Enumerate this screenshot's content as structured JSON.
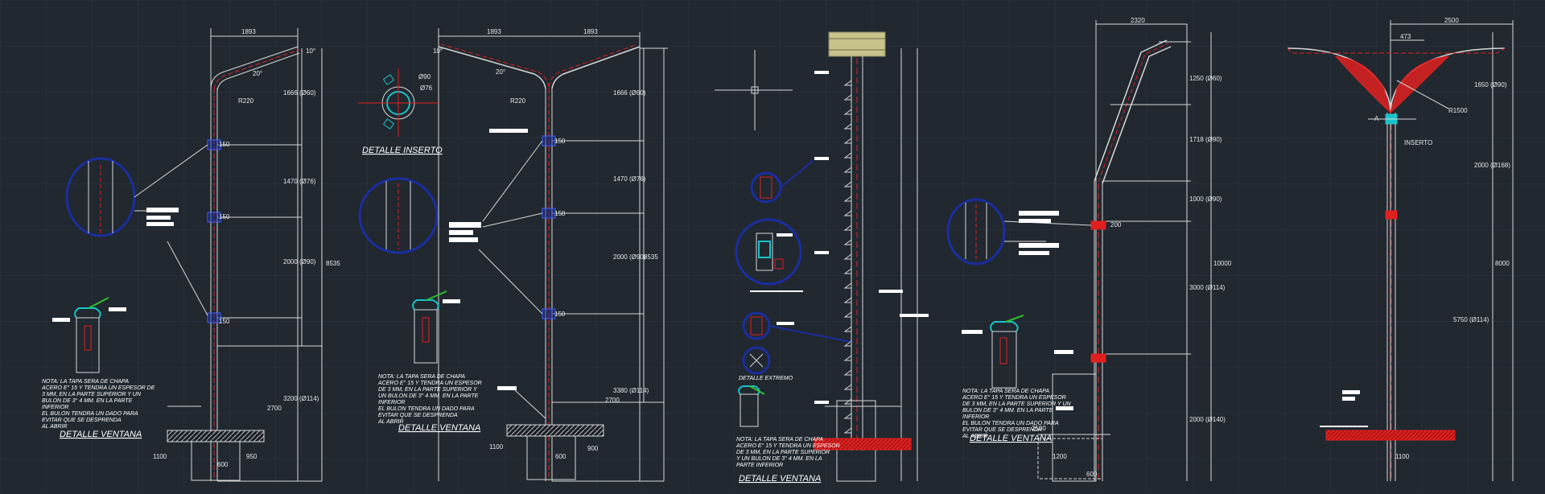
{
  "colors": {
    "background": "#212830",
    "grid": "#2c343e",
    "line": "#e8e8e8",
    "pole": "#d8d8d8",
    "red": "#e02020",
    "blue": "#1a2ea0",
    "cyan": "#19c3c8",
    "green": "#2ec02e",
    "yellow": "#c8c38a"
  },
  "sheet1": {
    "top_dim": "1893",
    "angle": "10°",
    "arm_angle": "20°",
    "radius": "R220",
    "dims": [
      "1666 (Ø60)",
      "1470 (Ø76)",
      "2000 (Ø90)",
      "3200 (Ø114)",
      "2700",
      "8535",
      "1100",
      "600",
      "950"
    ],
    "flange_labels": [
      "150",
      "150",
      "150"
    ],
    "note": [
      "NOTA: LA TAPA SERA DE CHAPA",
      "ACERO E° 15 Y TENDRA UN ESPESOR DE",
      "3 MM, EN LA PARTE SUPERIOR Y UN",
      "BULON DE 3° 4 MM. EN LA PARTE",
      "INFERIOR",
      "EL BULON TENDRA UN DADO PARA",
      "EVITAR QUE SE DESPRENDA",
      "AL ABRIR"
    ],
    "title": "DETALLE VENTANA"
  },
  "sheet2": {
    "top_dim_left": "1893",
    "top_dim_right": "1893",
    "angle": "10°",
    "arm_angle": "20°",
    "radius": "R220",
    "insert_labels": [
      "Ø90",
      "Ø76"
    ],
    "insert_title": "DETALLE INSERTO",
    "dims": [
      "1666 (Ø60)",
      "1470 (Ø76)",
      "2000 (Ø90)",
      "3380 (Ø114)",
      "2700",
      "8535",
      "1100",
      "600",
      "900"
    ],
    "flange_labels": [
      "150",
      "150",
      "150"
    ],
    "note": [
      "NOTA: LA TAPA SERA DE CHAPA",
      "ACERO E° 15 Y TENDRA UN ESPESOR",
      "DE 3 MM, EN LA PARTE SUPERIOR Y",
      "UN BULON DE 3° 4 MM. EN LA PARTE",
      "INFERIOR",
      "EL BULON TENDRA UN DADO PARA",
      "EVITAR QUE SE DESPRENDA",
      "AL ABRIR"
    ],
    "title": "DETALLE VENTANA"
  },
  "sheet3": {
    "caption_a": "DETALLE EXTREMO",
    "note": [
      "NOTA: LA TAPA SERA DE CHAPA",
      "ACERO E° 15 Y TENDRA UN ESPESOR",
      "DE 3 MM, EN LA PARTE SUPERIOR",
      "Y UN BULON DE 3° 4 MM. EN LA",
      "PARTE INFERIOR"
    ],
    "title": "DETALLE VENTANA"
  },
  "sheet4": {
    "top_dim": "2320",
    "dims": [
      "1250 (Ø60)",
      "1718 (Ø90)",
      "1000 (Ø90)",
      "3000 (Ø114)",
      "2000 (Ø140)",
      "10000",
      "2500",
      "1200",
      "600"
    ],
    "flange_labels": [
      "200"
    ],
    "note": [
      "NOTA: LA TAPA SERA DE CHAPA",
      "ACERO E° 15 Y TENDRA UN ESPESOR",
      "DE 3 MM, EN LA PARTE SUPERIOR Y UN",
      "BULON DE 3° 4 MM. EN LA PARTE",
      "INFERIOR",
      "EL BULON TENDRA UN DADO PARA",
      "EVITAR QUE SE DESPRENDA",
      "AL ABRIR"
    ],
    "title": "DETALLE VENTANA"
  },
  "sheet5": {
    "top_dim": "2500",
    "sub_dim": "473",
    "dims": [
      "1650 (Ø90)",
      "R1500",
      "2000 (Ø168)",
      "5750 (Ø114)",
      "8000",
      "1100"
    ],
    "insert_label": "INSERTO",
    "section_label": "A"
  }
}
